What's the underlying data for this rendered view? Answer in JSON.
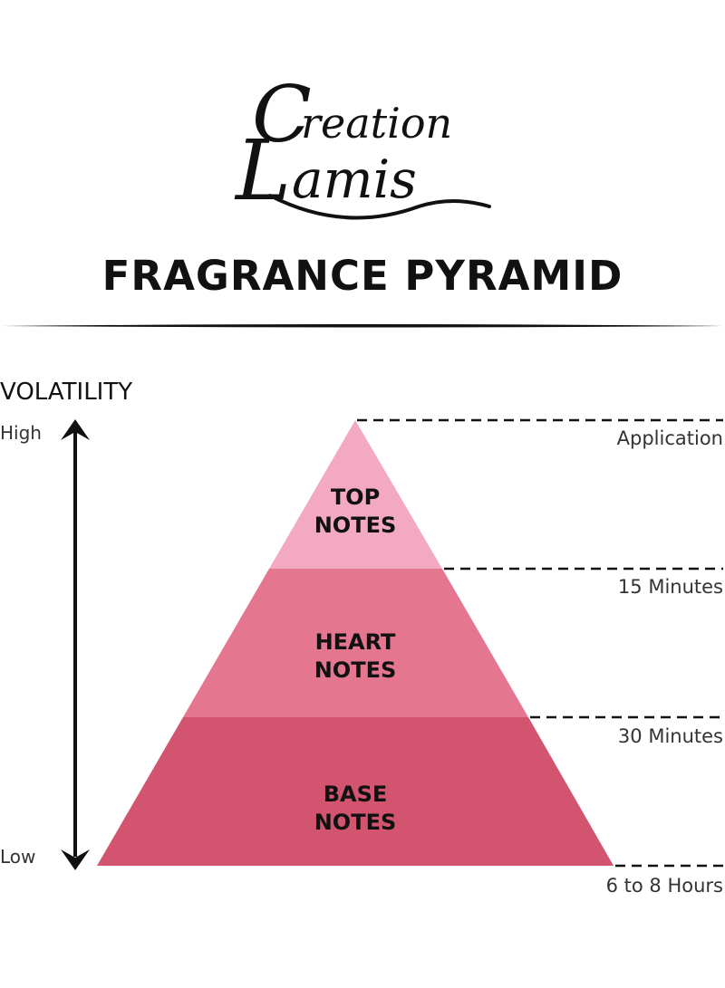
{
  "brand": {
    "logo_text": "Creation Lamis"
  },
  "title": "FRAGRANCE PYRAMID",
  "axis": {
    "title": "VOLATILITY",
    "high": "High",
    "low": "Low"
  },
  "tiers": [
    {
      "line1": "TOP",
      "line2": "NOTES",
      "color": "#f3a9c2"
    },
    {
      "line1": "HEART",
      "line2": "NOTES",
      "color": "#e47690"
    },
    {
      "line1": "BASE",
      "line2": "NOTES",
      "color": "#d3546f"
    }
  ],
  "timeline": [
    "Application",
    "15 Minutes",
    "30 Minutes",
    "6 to 8 Hours"
  ]
}
